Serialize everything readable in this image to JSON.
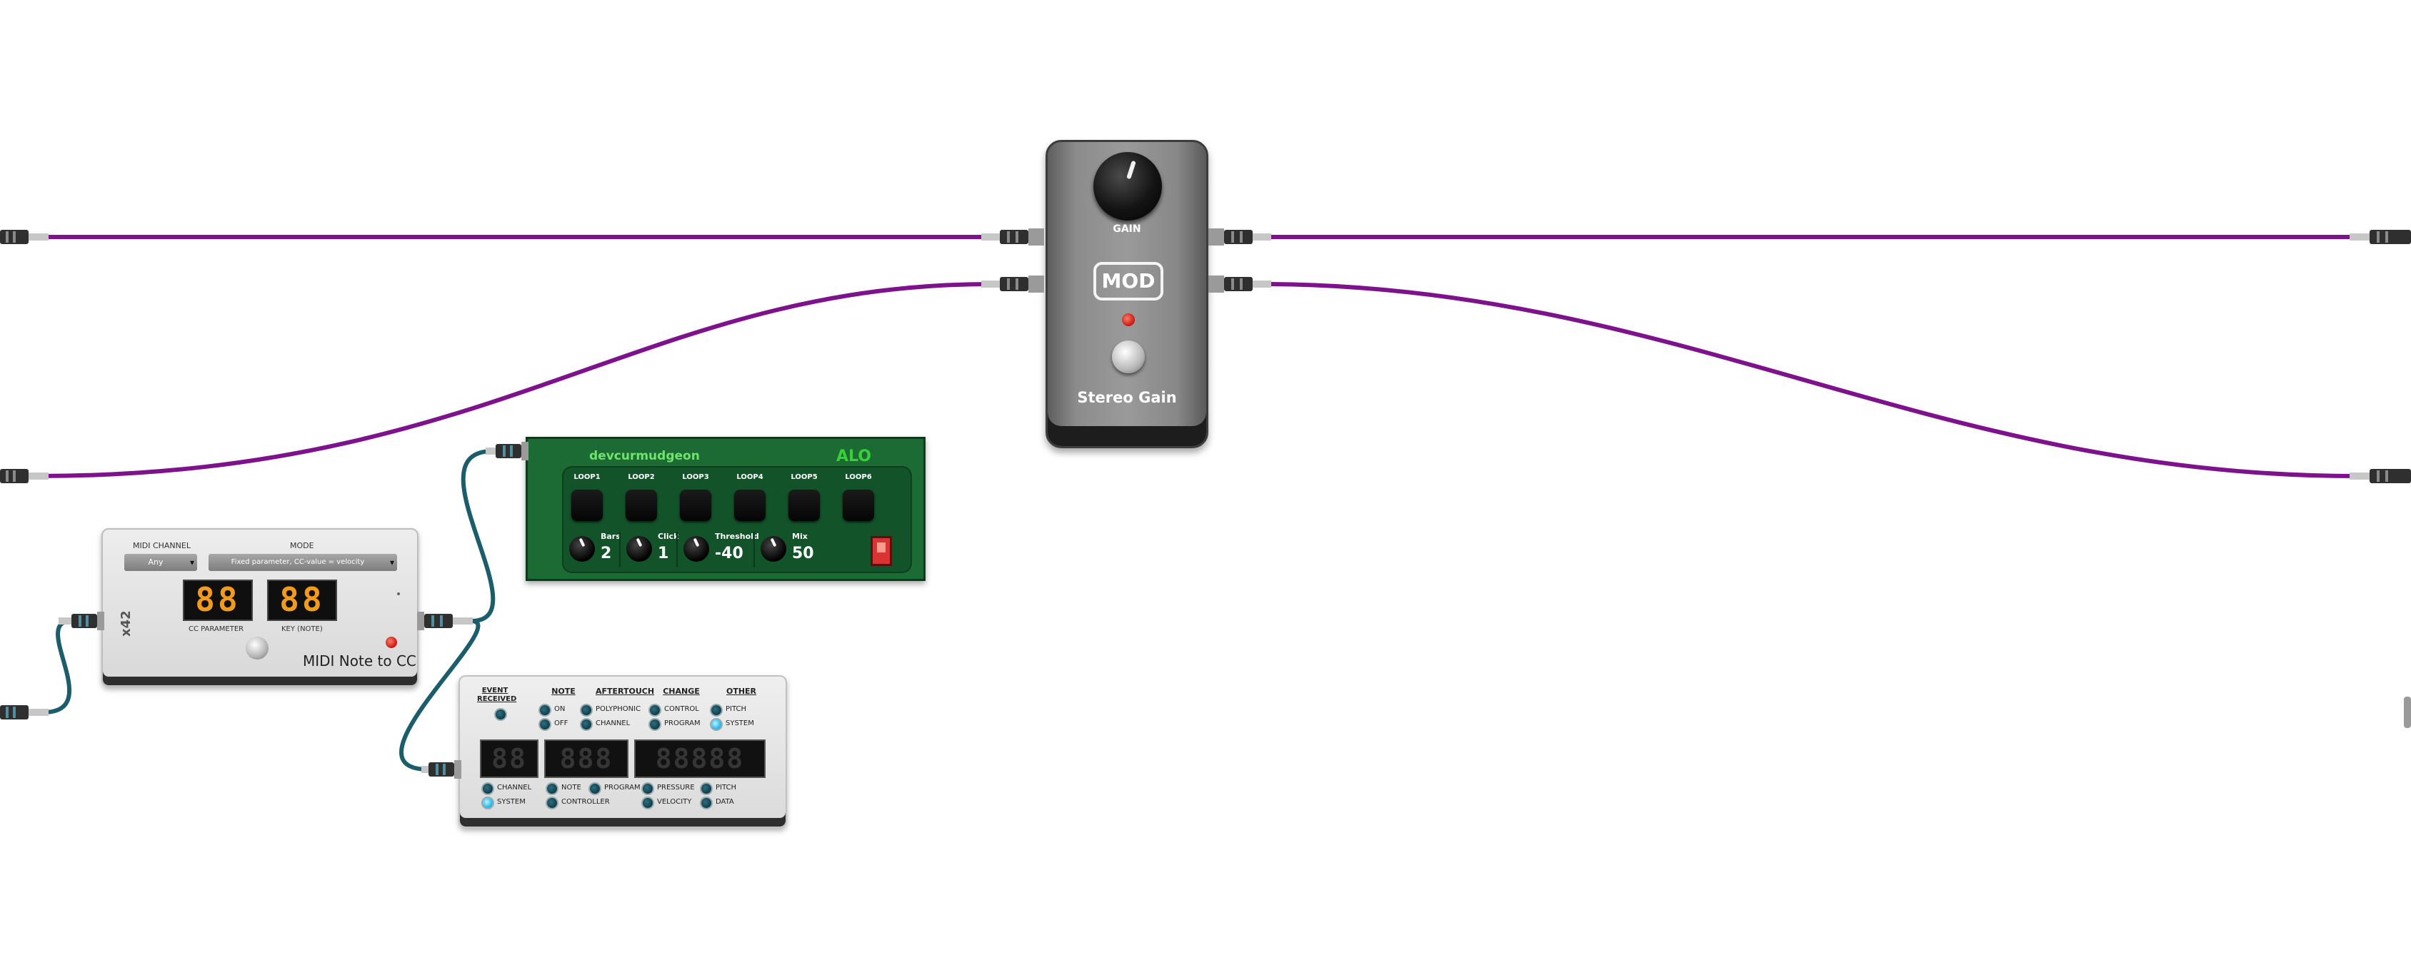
{
  "colors": {
    "cable_audio": "#7e118c",
    "cable_midi": "#1b5d6a",
    "alo_green": "#1d6b34",
    "led_red": "#d92518",
    "led_blue": "#26b6e6"
  },
  "stereo_gain": {
    "knob_label": "GAIN",
    "logo": "MOD",
    "name": "Stereo Gain"
  },
  "alo": {
    "author": "devcurmudgeon",
    "title": "ALO",
    "loops": [
      "LOOP1",
      "LOOP2",
      "LOOP3",
      "LOOP4",
      "LOOP5",
      "LOOP6"
    ],
    "controls": [
      {
        "label": "Bars",
        "value": "2"
      },
      {
        "label": "Click",
        "value": "1"
      },
      {
        "label": "Threshold",
        "value": "-40"
      },
      {
        "label": "Mix",
        "value": "50"
      }
    ]
  },
  "midi_note_to_cc": {
    "brand": "x42",
    "channel_label": "MIDI CHANNEL",
    "channel_value": "Any",
    "mode_label": "MODE",
    "mode_value": "Fixed parameter, CC-value = velocity",
    "cc_display": "88",
    "key_display": "88",
    "cc_label": "CC PARAMETER",
    "key_label": "KEY (NOTE)",
    "name": "MIDI Note to CC"
  },
  "midi_monitor": {
    "event_label": "EVENT RECEIVED",
    "groups": [
      {
        "title": "NOTE",
        "items": [
          {
            "label": "ON",
            "on": false
          },
          {
            "label": "OFF",
            "on": false
          }
        ]
      },
      {
        "title": "AFTERTOUCH",
        "items": [
          {
            "label": "POLYPHONIC",
            "on": false
          },
          {
            "label": "CHANNEL",
            "on": false
          }
        ]
      },
      {
        "title": "CHANGE",
        "items": [
          {
            "label": "CONTROL",
            "on": false
          },
          {
            "label": "PROGRAM",
            "on": false
          }
        ]
      },
      {
        "title": "OTHER",
        "items": [
          {
            "label": "PITCH",
            "on": false
          },
          {
            "label": "SYSTEM",
            "on": true
          }
        ]
      }
    ],
    "displays": [
      "88",
      "888",
      "88888"
    ],
    "bottom_leds": [
      {
        "label": "CHANNEL",
        "on": false
      },
      {
        "label": "SYSTEM",
        "on": true
      },
      {
        "label": "NOTE",
        "on": false
      },
      {
        "label": "CONTROLLER",
        "on": false
      },
      {
        "label": "PROGRAM",
        "on": false
      },
      {
        "label": "PRESSURE",
        "on": false
      },
      {
        "label": "VELOCITY",
        "on": false
      },
      {
        "label": "PITCH",
        "on": false
      },
      {
        "label": "DATA",
        "on": false
      }
    ]
  }
}
